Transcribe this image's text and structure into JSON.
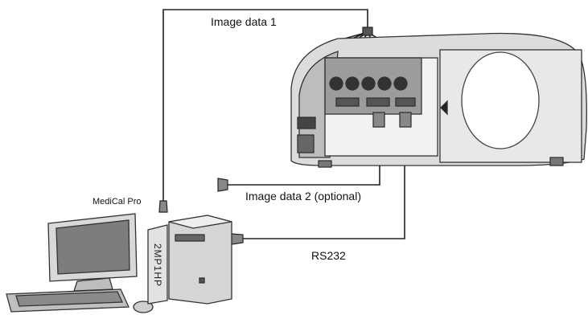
{
  "labels": {
    "image_data_1": "Image data 1",
    "image_data_2": "Image data 2 (optional)",
    "rs232": "RS232",
    "medical_pro": "MediCal Pro",
    "device_2mp1hp": "2MP1HP"
  },
  "icons": [
    "projector-icon",
    "computer-monitor-icon",
    "keyboard-icon",
    "mouse-icon",
    "pc-tower-icon",
    "calibration-puck-icon"
  ]
}
